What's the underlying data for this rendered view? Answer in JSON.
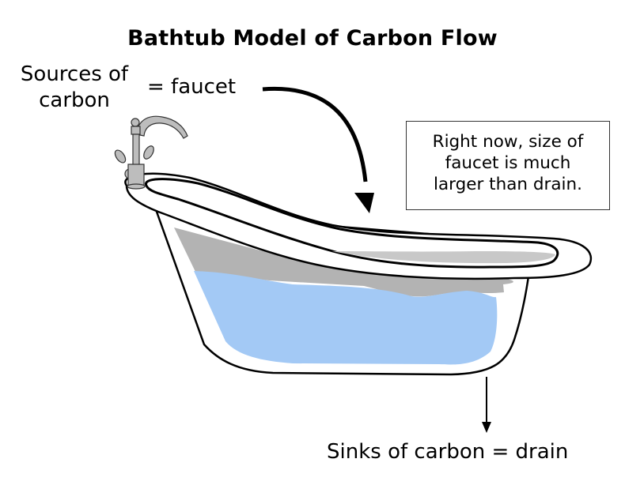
{
  "title": "Bathtub Model of Carbon Flow",
  "sources_label": "Sources of carbon",
  "sources_line1": "Sources of",
  "sources_line2": "carbon",
  "faucet_eq": "= faucet",
  "note_lines": [
    "Right now, size of",
    "faucet is much",
    "larger than drain."
  ],
  "sinks_label": "Sinks of carbon = drain",
  "colors": {
    "water": "#a3c9f5",
    "carbon_layer": "#b3b3b3",
    "rim_shade": "#c8c8c8",
    "faucet": "#bdbdbd",
    "outline": "#000000"
  }
}
